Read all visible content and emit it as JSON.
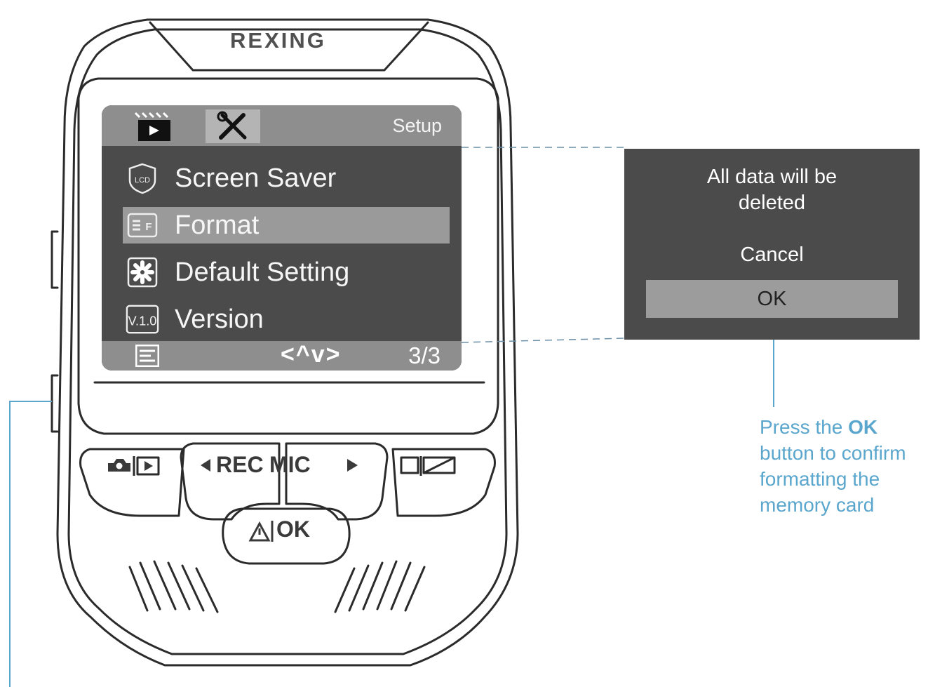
{
  "device": {
    "brand": "REXING"
  },
  "screen": {
    "title": "Setup",
    "menu_items": [
      {
        "icon": "lcd-icon",
        "icon_text": "LCD",
        "label": "Screen Saver",
        "selected": false
      },
      {
        "icon": "format-icon",
        "icon_text": "F",
        "label": "Format",
        "selected": true
      },
      {
        "icon": "gear-icon",
        "icon_text": "",
        "label": "Default Setting",
        "selected": false
      },
      {
        "icon": "version-icon",
        "icon_text": "V.1.0",
        "label": "Version",
        "selected": false
      }
    ],
    "nav_symbol": "<^v>",
    "page_indicator": "3/3"
  },
  "dialog": {
    "message_line1": "All data will be",
    "message_line2": "deleted",
    "cancel_label": "Cancel",
    "ok_label": "OK"
  },
  "callout": {
    "text_before": "Press the ",
    "text_bold": "OK",
    "text_after": " button to confirm formatting the memory card"
  },
  "buttons": {
    "rec_label": "REC",
    "mic_label": "MIC",
    "ok_label": "OK"
  },
  "colors": {
    "screen_bg": "#4b4b4b",
    "bar_bg": "#8e8e8e",
    "selected_bg": "#9a9a9a",
    "callout_blue": "#5aa6cc",
    "outline": "#2b2b2b"
  }
}
